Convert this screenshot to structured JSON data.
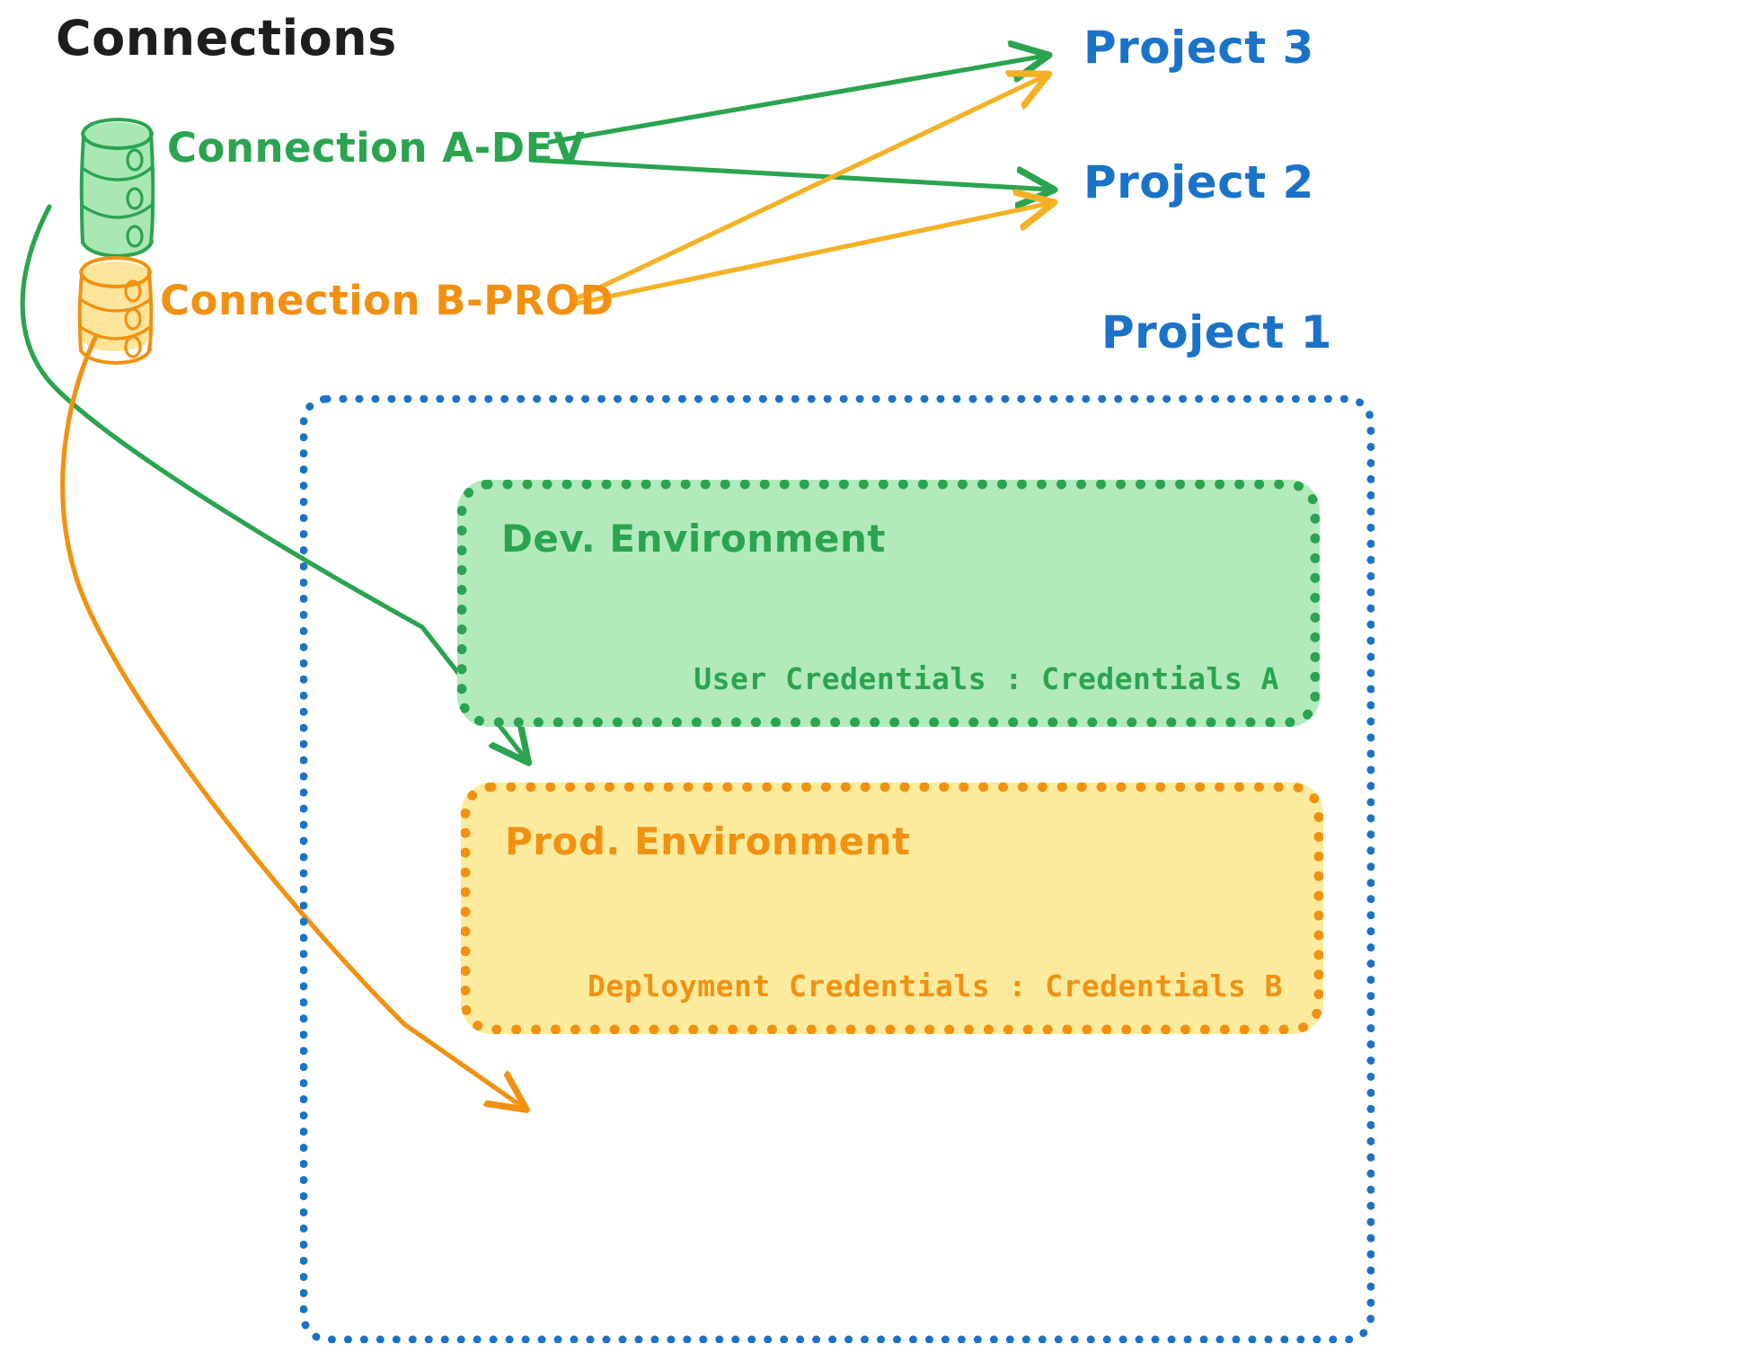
{
  "title": "Connections",
  "colors": {
    "green": "#2aa44f",
    "green_fill": "#b2eabb",
    "orange": "#f29111",
    "orange_fill": "#fceb9d",
    "blue": "#1a73c8",
    "black": "#1e1e1e"
  },
  "connections": [
    {
      "id": "a-dev",
      "label": "Connection A-DEV",
      "color": "#2aa44f",
      "icon": "database-icon"
    },
    {
      "id": "b-prod",
      "label": "Connection B-PROD",
      "color": "#f29111",
      "icon": "database-icon"
    }
  ],
  "projects": [
    {
      "id": "project-3",
      "label": "Project 3"
    },
    {
      "id": "project-2",
      "label": "Project 2"
    },
    {
      "id": "project-1",
      "label": "Project 1"
    }
  ],
  "environments": [
    {
      "id": "dev",
      "title": "Dev. Environment",
      "credentials_label": "User Credentials",
      "credentials_value": "Credentials A",
      "credentials_line": "User Credentials : Credentials A",
      "color": "#2aa44f",
      "fill": "#b2eabb"
    },
    {
      "id": "prod",
      "title": "Prod. Environment",
      "credentials_label": "Deployment Credentials",
      "credentials_value": "Credentials B",
      "credentials_line": "Deployment Credentials : Credentials B",
      "color": "#f29111",
      "fill": "#fceb9d"
    }
  ],
  "edges": [
    {
      "id": "a-dev-to-project-3",
      "from": "a-dev",
      "to": "project-3",
      "color": "#2aa44f"
    },
    {
      "id": "a-dev-to-project-2",
      "from": "a-dev",
      "to": "project-2",
      "color": "#2aa44f"
    },
    {
      "id": "a-dev-to-dev-env",
      "from": "a-dev",
      "to": "dev",
      "color": "#2aa44f"
    },
    {
      "id": "b-prod-to-project-3",
      "from": "b-prod",
      "to": "project-3",
      "color": "#f5b125"
    },
    {
      "id": "b-prod-to-project-2",
      "from": "b-prod",
      "to": "project-2",
      "color": "#f5b125"
    },
    {
      "id": "b-prod-to-prod-env",
      "from": "b-prod",
      "to": "prod",
      "color": "#f29111"
    }
  ]
}
